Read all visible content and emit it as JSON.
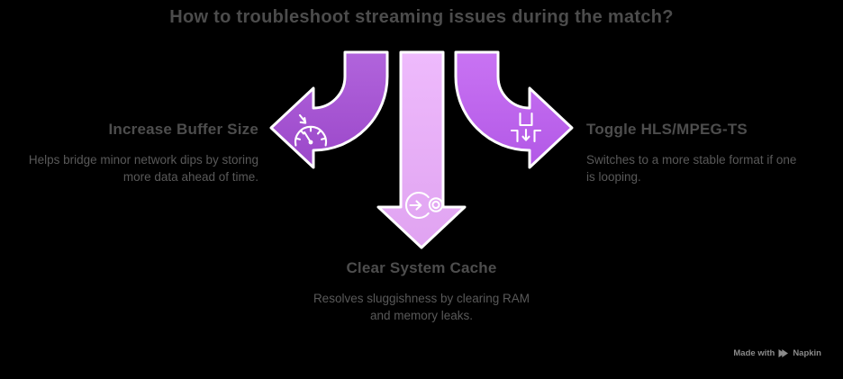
{
  "title": "How to troubleshoot streaming issues during the match?",
  "branches": [
    {
      "id": "increase-buffer-size",
      "heading": "Increase Buffer Size",
      "description": "Helps bridge minor network dips by storing more data ahead of time.",
      "icon": "gauge-down-icon",
      "direction": "left"
    },
    {
      "id": "clear-system-cache",
      "heading": "Clear System Cache",
      "description": "Resolves sluggishness by clearing RAM and memory leaks.",
      "icon": "arrow-into-disc-icon",
      "direction": "down"
    },
    {
      "id": "toggle-hls-mpeg-ts",
      "heading": "Toggle HLS/MPEG-TS",
      "description": "Switches to a more stable format if one is looping.",
      "icon": "insert-slot-icon",
      "direction": "right"
    }
  ],
  "footer": {
    "made_with": "Made with",
    "brand": "Napkin",
    "icon": "napkin-logo-icon"
  },
  "colors": {
    "background": "#000000",
    "title_text": "#4c4c4c",
    "heading_text": "#4d4d4d",
    "body_text": "#595959",
    "footer_text": "#8a8a8a",
    "icon_stroke": "#ffffff",
    "arrow_outline": "#ffffff",
    "left_arrow_top": "#b164dc",
    "left_arrow_bottom": "#9b47c9",
    "center_arrow_top": "#eebafc",
    "center_arrow_bottom": "#e0a3f1",
    "right_arrow_top": "#c973f3",
    "right_arrow_bottom": "#b258e6",
    "disc_fill": "#e2a6f2"
  }
}
